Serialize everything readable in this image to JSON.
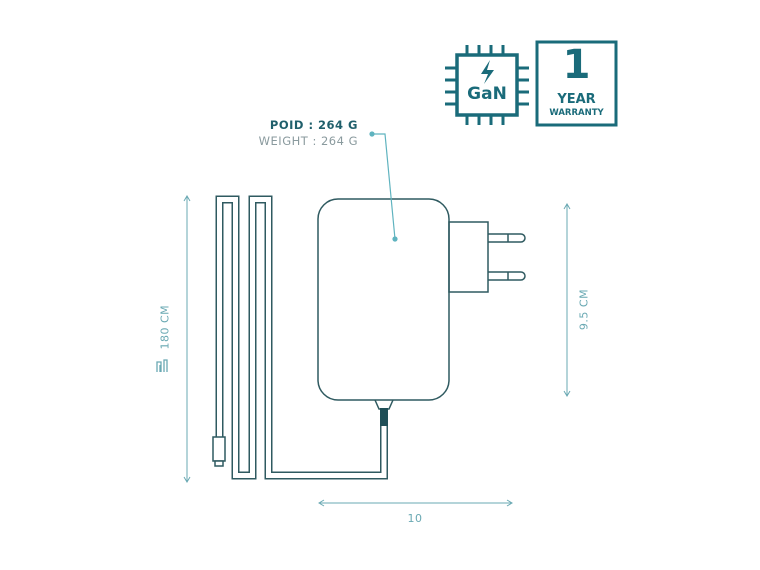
{
  "weight_label": {
    "primary": "POID : 264 G",
    "secondary": "WEIGHT : 264 G"
  },
  "dimensions": {
    "cable_length": "180 CM",
    "height": "9.5 CM",
    "width": "10"
  },
  "badges": {
    "gan": "GaN",
    "warranty_number": "1",
    "warranty_year": "YEAR",
    "warranty_word": "WARRANTY"
  },
  "icons": {
    "gan_chip": "chip-lightning-icon",
    "cable": "cable-icon"
  },
  "colors": {
    "outline": "#2f5a60",
    "accent": "#5fb3bf",
    "brand": "#1a6b7a"
  }
}
